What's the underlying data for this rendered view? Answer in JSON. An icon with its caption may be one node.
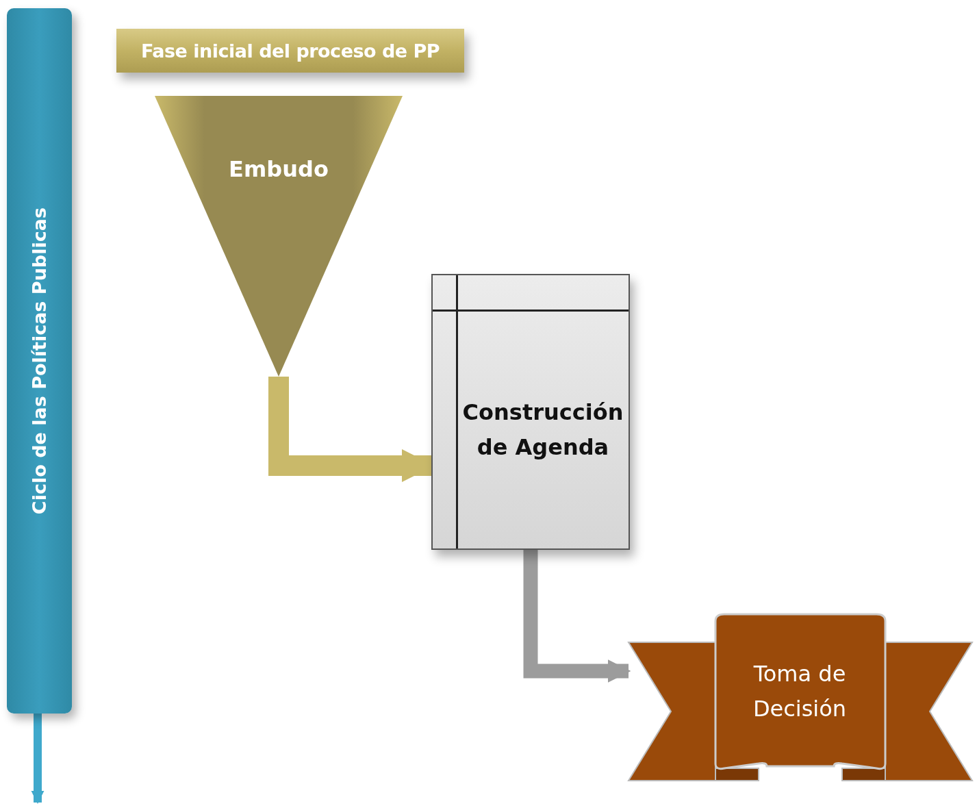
{
  "diagram": {
    "nodes": [
      {
        "text": [
          "Ciclo de las Políticas Publicas"
        ]
      },
      {
        "text": [
          "Fase inicial del proceso de PP"
        ]
      },
      {
        "text": [
          "Embudo"
        ]
      },
      {
        "text": [
          "Construcción de Agenda"
        ]
      },
      {
        "text": [
          "Toma de Decisión"
        ]
      }
    ],
    "edges": [
      {
        "from": 2,
        "to": 3,
        "arrow": "to",
        "color": "#c9b96a"
      },
      {
        "from": 3,
        "to": 4,
        "arrow": "to",
        "color": "#9c9c9c"
      },
      {
        "from": 0,
        "to": null,
        "arrow": "to",
        "color": "#3fa9cc"
      }
    ]
  }
}
